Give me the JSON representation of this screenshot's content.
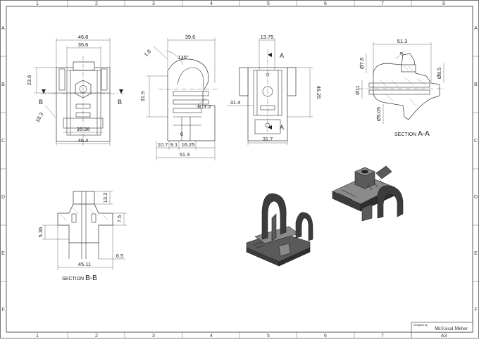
{
  "sheet": {
    "columns": [
      "1",
      "2",
      "3",
      "4",
      "5",
      "6",
      "7",
      "8"
    ],
    "rows": [
      "A",
      "B",
      "C",
      "D",
      "E",
      "F"
    ],
    "size": "A3"
  },
  "title_block": {
    "designed_by_label": "Designed by:",
    "designer": "Mr.Faisal Meher",
    "sheet_size": "A3"
  },
  "front_view": {
    "dims": [
      "46.8",
      "35.6",
      "23.6",
      "18.3",
      "35.36",
      "46.4"
    ],
    "section_marks": [
      "B",
      "B"
    ]
  },
  "side_view": {
    "dims": [
      "39.6",
      "1.8",
      "135°",
      "31.9",
      "R11.2",
      "6",
      "10.7",
      "9.1",
      "16.25",
      "51.3"
    ]
  },
  "rear_view": {
    "dims": [
      "13.75",
      "46.25",
      "31.4",
      "31.7"
    ],
    "section_marks": [
      "A",
      "A"
    ]
  },
  "section_aa": {
    "dims": [
      "51.3",
      "Ø7.8",
      "9",
      "Ø8.5",
      "Ø11",
      "Ø5.05"
    ],
    "caption_prefix": "SECTION ",
    "caption_letter": "A-A"
  },
  "section_bb": {
    "dims": [
      "13.2",
      "7.5",
      "5.36",
      "6.5",
      "45.11"
    ],
    "caption_prefix": "SECTION ",
    "caption_letter": "B-B"
  },
  "colors": {
    "line": "#333333",
    "part_fill": "#ffffff",
    "iso_dark": "#3c3c3c",
    "iso_mid": "#5a5a5a",
    "iso_light": "#8a8a8a"
  }
}
